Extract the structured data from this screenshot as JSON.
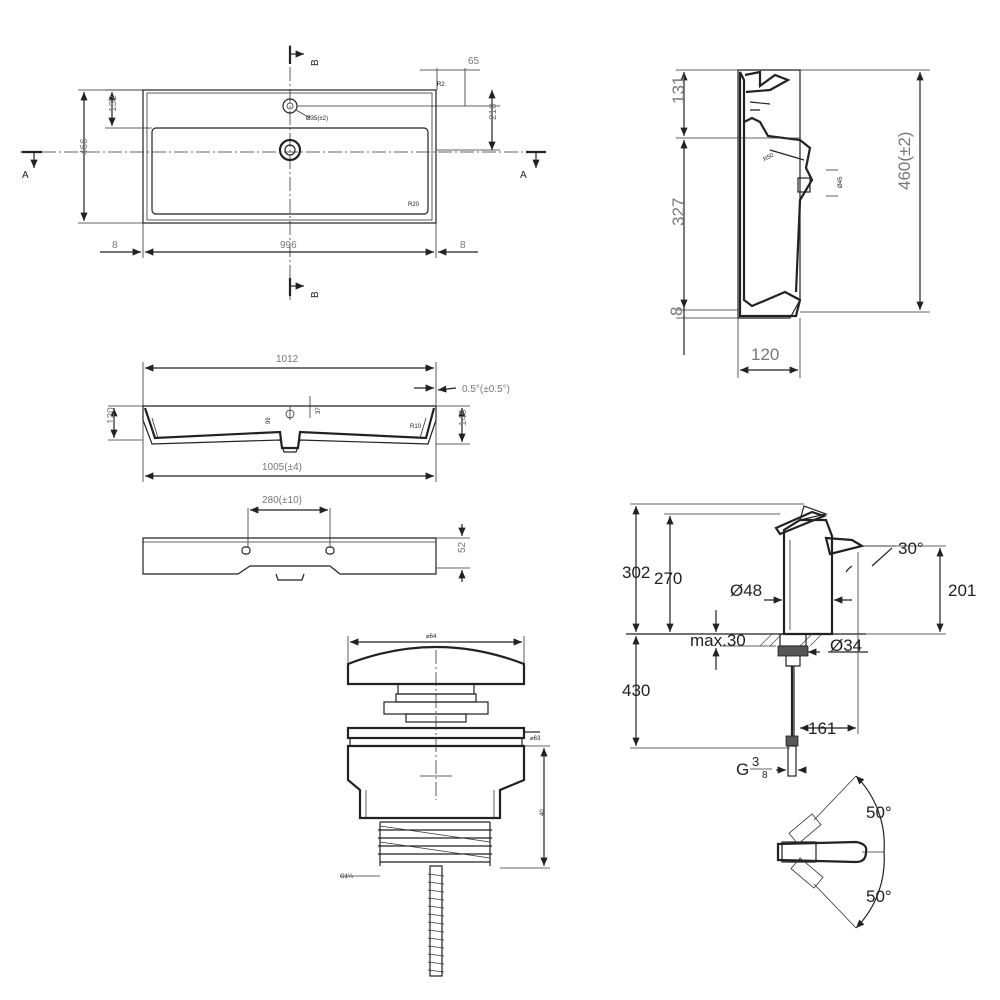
{
  "top_view": {
    "dim_65": "65",
    "dim_132": "132",
    "dim_466": "466",
    "dim_210": "210",
    "dim_8_left": "8",
    "dim_996": "996",
    "dim_8_right": "8",
    "hole_label": "Ø35(±2)",
    "section_a": "A",
    "section_b": "B",
    "corner_r": "R2",
    "inner_r": "R20"
  },
  "side_section": {
    "dim_131": "131",
    "dim_327": "327",
    "dim_8": "8",
    "dim_460": "460(±2)",
    "dim_120": "120",
    "label_small_1": "R50",
    "label_small_2": "Ø45"
  },
  "front_section": {
    "dim_1012": "1012",
    "dim_slope": "0.5°(±0.5°)",
    "dim_120": "120",
    "dim_146": "146",
    "dim_1005": "1005(±4)",
    "label_99": "99",
    "label_37": "37",
    "label_r": "R10"
  },
  "back_view": {
    "dim_280": "280(±10)",
    "dim_52": "52"
  },
  "drain": {
    "dim_64": "⌀64",
    "dim_63": "⌀63",
    "dim_40": "40",
    "thread": "G1¼"
  },
  "faucet": {
    "dim_302": "302",
    "dim_270": "270",
    "dim_30deg": "30°",
    "dim_201": "201",
    "dim_48": "Ø48",
    "dim_max30": "max.30",
    "dim_34": "Ø34",
    "dim_430": "430",
    "dim_161": "161",
    "thread_g": "G",
    "thread_num": "3",
    "thread_den": "8"
  },
  "faucet_top": {
    "angle_1": "50°",
    "angle_2": "50°"
  }
}
